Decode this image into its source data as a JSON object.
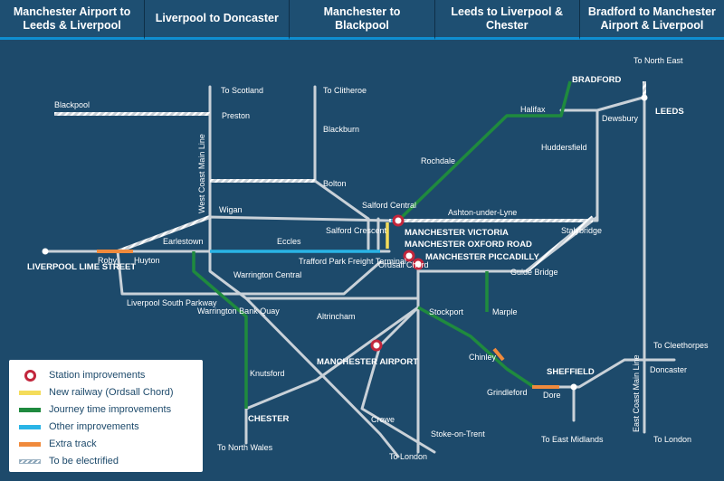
{
  "tabs": [
    {
      "label": "Manchester Airport to Leeds & Liverpool"
    },
    {
      "label": "Liverpool to Doncaster"
    },
    {
      "label": "Manchester to Blackpool"
    },
    {
      "label": "Leeds to Liverpool & Chester"
    },
    {
      "label": "Bradford to Manchester Airport & Liverpool"
    }
  ],
  "colors": {
    "background": "#1d4a6b",
    "tab_bg": "#1e4f72",
    "tab_accent": "#0f8ed0",
    "existing_line": "#c9d1d8",
    "station_improvements": "#c2263c",
    "new_railway": "#f4dc5a",
    "journey_time": "#1f8a3e",
    "other_improvements": "#2ab4e6",
    "extra_track": "#f08a3c"
  },
  "stations": {
    "liverpool": "LIVERPOOL LIME STREET",
    "roby": "Roby",
    "huyton": "Huyton",
    "parkway": "Liverpool South Parkway",
    "blackpool": "Blackpool",
    "preston": "Preston",
    "to_scotland": "To Scotland",
    "wcml": "West Coast Main Line",
    "wigan": "Wigan",
    "earlestown": "Earlestown",
    "eccles": "Eccles",
    "warrington_c": "Warrington Central",
    "warrington_bq": "Warrington Bank Quay",
    "to_clitheroe": "To Clitheroe",
    "blackburn": "Blackburn",
    "bolton": "Bolton",
    "salford_central": "Salford Central",
    "salford_crescent": "Salford Crescent",
    "trafford": "Trafford Park Freight Terminal",
    "ordsall": "Ordsall Chord",
    "mcr_victoria": "MANCHESTER VICTORIA",
    "mcr_oxford": "MANCHESTER OXFORD ROAD",
    "mcr_piccadilly": "MANCHESTER PICCADILLY",
    "rochdale": "Rochdale",
    "ashton": "Ashton-under-Lyne",
    "stalybridge": "Stalybridge",
    "guide_bridge": "Guide Bridge",
    "halifax": "Halifax",
    "bradford": "BRADFORD",
    "huddersfield": "Huddersfield",
    "dewsbury": "Dewsbury",
    "leeds": "LEEDS",
    "to_north_east": "To North East",
    "altrincham": "Altrincham",
    "stockport": "Stockport",
    "marple": "Marple",
    "mcr_airport": "MANCHESTER AIRPORT",
    "knutsford": "Knutsford",
    "chester": "CHESTER",
    "to_north_wales": "To North Wales",
    "crewe": "Crewe",
    "to_london_1": "To London",
    "stoke": "Stoke-on-Trent",
    "chinley": "Chinley",
    "grindleford": "Grindleford",
    "dore": "Dore",
    "sheffield": "SHEFFIELD",
    "to_east_midlands": "To East Midlands",
    "ecml": "East Coast Main Line",
    "doncaster": "Doncaster",
    "to_cleethorpes": "To Cleethorpes",
    "to_london_2": "To London"
  },
  "legend": [
    {
      "label": "Station improvements",
      "symbol": "ring"
    },
    {
      "label": "New railway (Ordsall Chord)",
      "symbol": "yellow"
    },
    {
      "label": "Journey time improvements",
      "symbol": "green"
    },
    {
      "label": "Other improvements",
      "symbol": "blue"
    },
    {
      "label": "Extra track",
      "symbol": "orange"
    },
    {
      "label": "To be electrified",
      "symbol": "hatch"
    }
  ]
}
